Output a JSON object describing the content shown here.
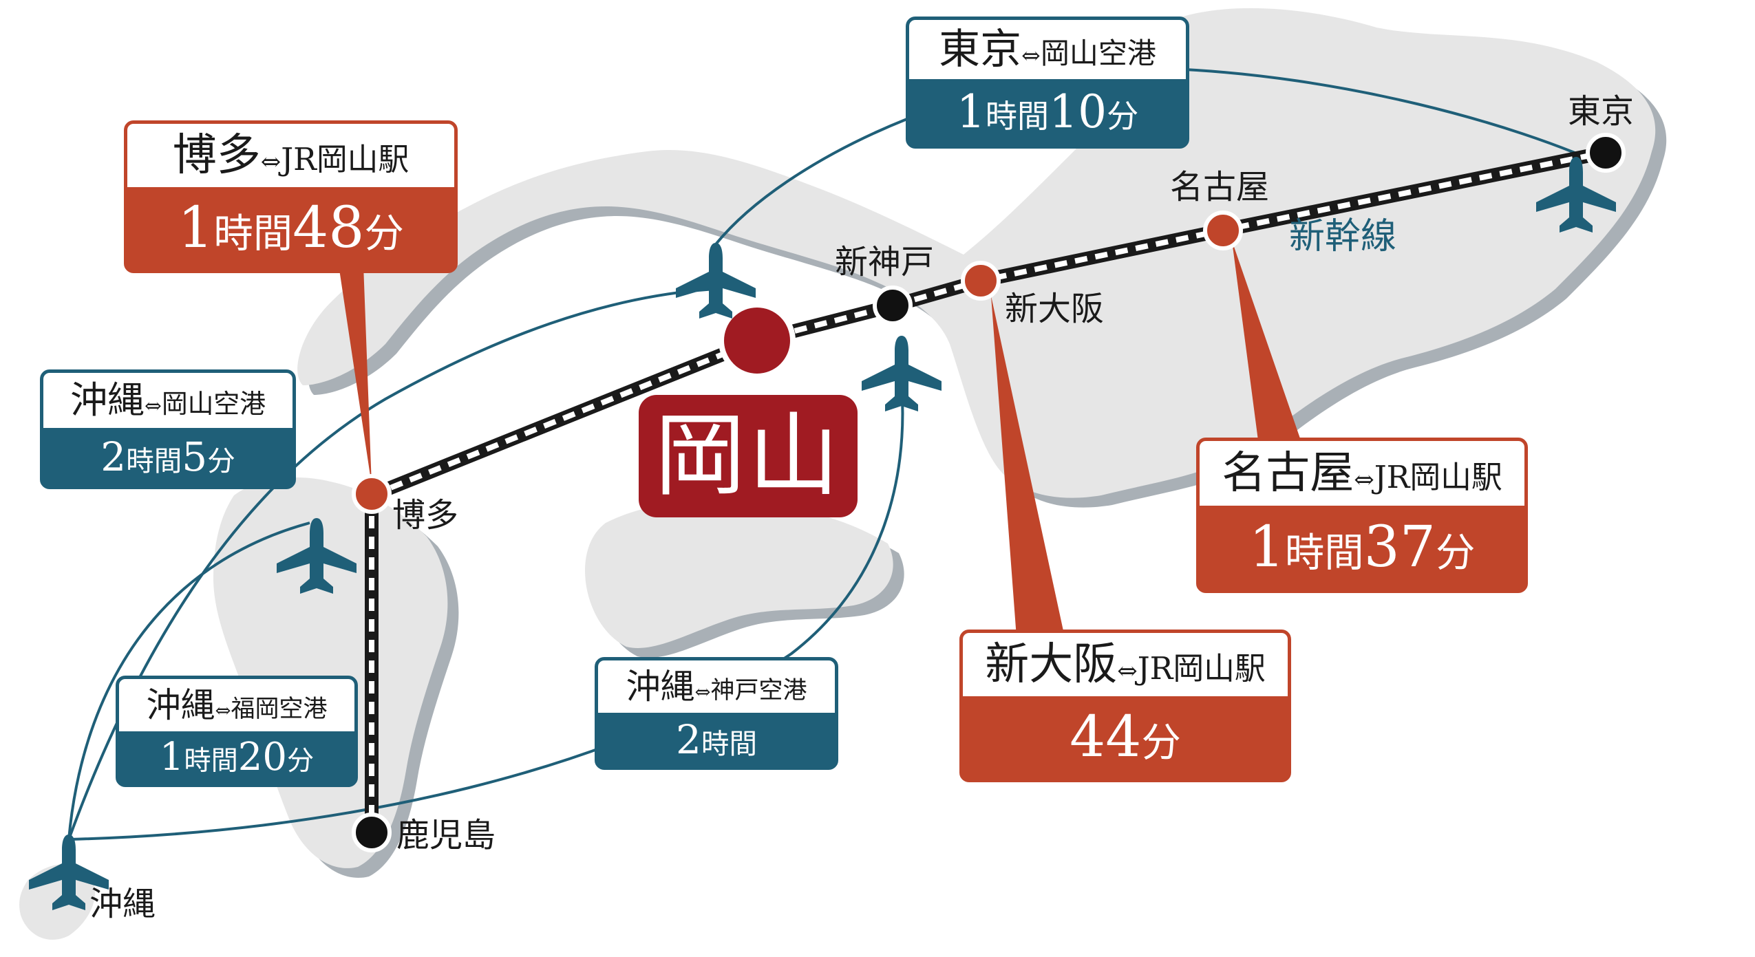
{
  "colors": {
    "teal": "#1f5f78",
    "orange": "#c0452a",
    "crimson": "#a01b22",
    "land": "#e6e6e6",
    "shadow": "#a9b0b6"
  },
  "icons": {
    "airport": "airplane-icon",
    "station": "station-dot"
  },
  "center": {
    "label": "岡山"
  },
  "rail_label": "新幹線",
  "stations": {
    "tokyo": "東京",
    "nagoya": "名古屋",
    "shin_kobe": "新神戸",
    "shin_osaka": "新大阪",
    "hakata": "博多",
    "kagoshima": "鹿児島",
    "okinawa": "沖縄"
  },
  "flight_boxes": {
    "tokyo": {
      "from": "東京",
      "arrow": "⇔",
      "to": "岡山空港",
      "hours": "1",
      "h_unit": "時間",
      "minutes": "10",
      "m_unit": "分"
    },
    "okinawa": {
      "from": "沖縄",
      "arrow": "⇔",
      "to": "岡山空港",
      "hours": "2",
      "h_unit": "時間",
      "minutes": "5",
      "m_unit": "分"
    },
    "okinawa_fukuoka": {
      "from": "沖縄",
      "arrow": "⇔",
      "to": "福岡空港",
      "hours": "1",
      "h_unit": "時間",
      "minutes": "20",
      "m_unit": "分"
    },
    "okinawa_kobe": {
      "from": "沖縄",
      "arrow": "⇔",
      "to": "神戸空港",
      "hours": "2",
      "h_unit": "時間"
    }
  },
  "rail_boxes": {
    "hakata": {
      "from": "博多",
      "arrow": "⇔",
      "to": "JR岡山駅",
      "hours": "1",
      "h_unit": "時間",
      "minutes": "48",
      "m_unit": "分"
    },
    "nagoya": {
      "from": "名古屋",
      "arrow": "⇔",
      "to": "JR岡山駅",
      "hours": "1",
      "h_unit": "時間",
      "minutes": "37",
      "m_unit": "分"
    },
    "shin_osaka": {
      "from": "新大阪",
      "arrow": "⇔",
      "to": "JR岡山駅",
      "minutes": "44",
      "m_unit": "分"
    }
  }
}
